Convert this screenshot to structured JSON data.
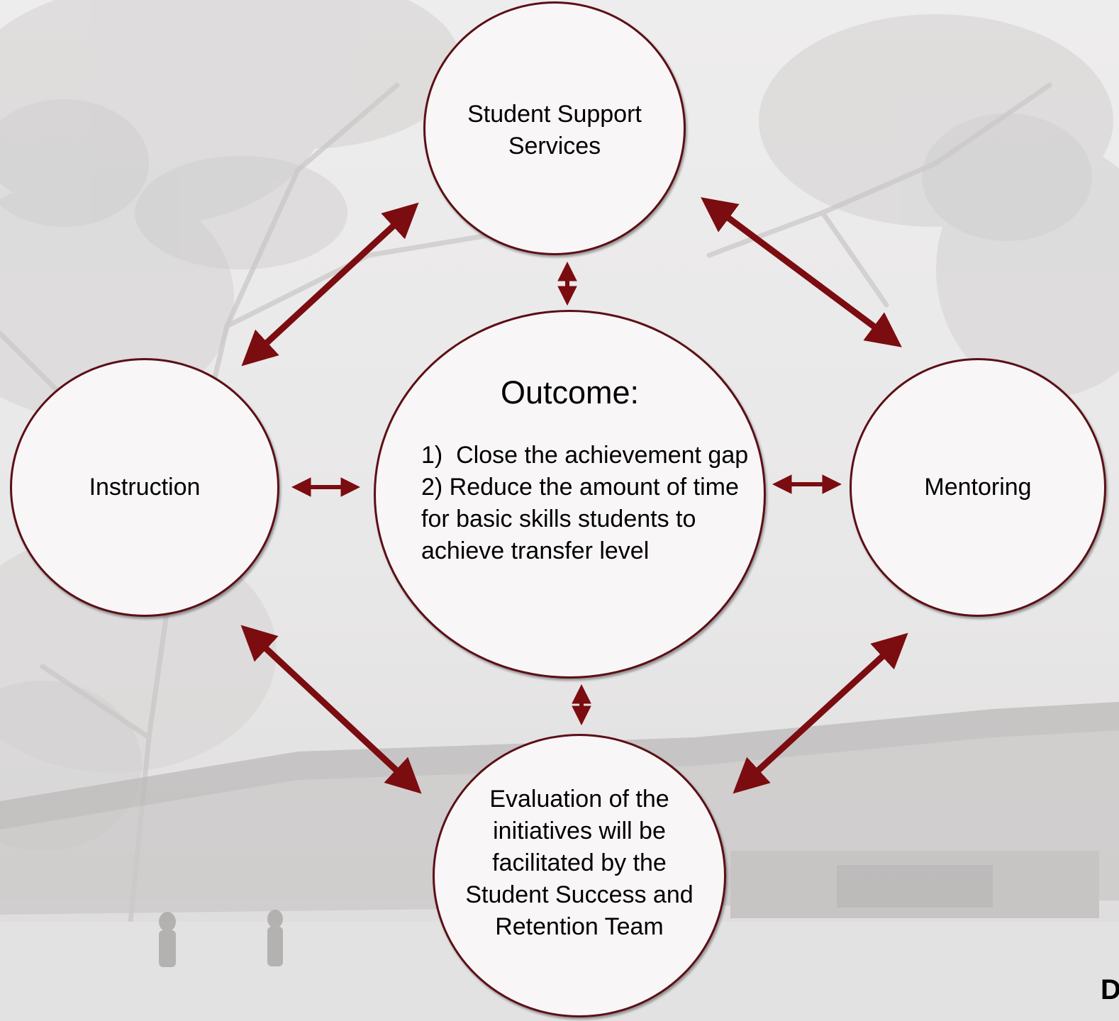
{
  "colors": {
    "accent": "#7b0c10",
    "circle_border": "#5c0f16",
    "circle_fill": "#f8f6f6",
    "background": "#e9e7e7"
  },
  "nodes": {
    "support": "Student Support\nServices",
    "instruction": "Instruction",
    "mentoring": "Mentoring",
    "outcome_title": "Outcome:",
    "outcome_item_1": "1)  Close the achievement gap",
    "outcome_item_2": "2) Reduce the amount of time for basic skills students to achieve transfer level",
    "evaluation": "Evaluation of the\ninitiatives will be\nfacilitated by the\nStudent Success and\nRetention Team"
  },
  "corner_fragment": "D",
  "connections": [
    {
      "from": "instruction",
      "to": "support"
    },
    {
      "from": "support",
      "to": "mentoring"
    },
    {
      "from": "support",
      "to": "outcome"
    },
    {
      "from": "instruction",
      "to": "outcome"
    },
    {
      "from": "outcome",
      "to": "mentoring"
    },
    {
      "from": "outcome",
      "to": "evaluation"
    },
    {
      "from": "instruction",
      "to": "evaluation"
    },
    {
      "from": "evaluation",
      "to": "mentoring"
    }
  ]
}
